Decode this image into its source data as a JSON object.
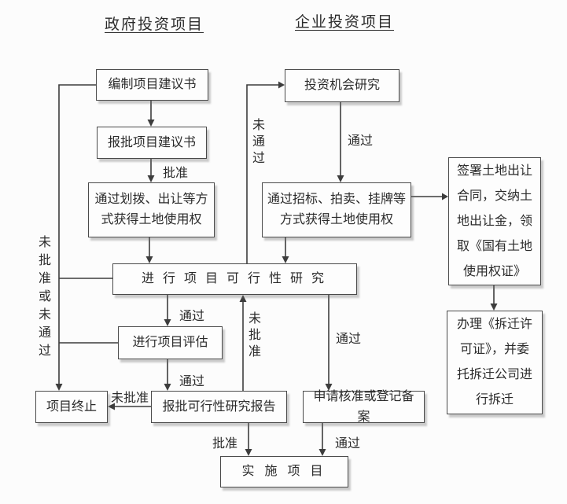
{
  "diagram": {
    "title_left": "政府投资项目",
    "title_right": "企业投资项目",
    "boxes": {
      "compile_proposal": "编制项目建议书",
      "submit_proposal": "报批项目建议书",
      "land_allocation": "通过划拨、出让等方式获得土地使用权",
      "feasibility_study": "进行项目可行性研究",
      "project_evaluation": "进行项目评估",
      "project_termination": "项目终止",
      "submit_feasibility_report": "报批可行性研究报告",
      "apply_approval": "申请核准或登记备案",
      "implement_project": "实施项目",
      "investment_research": "投资机会研究",
      "land_bidding": "通过招标、拍卖、挂牌等方式获得土地使用权",
      "sign_land_contract": "签署土地出让合同，交纳土地出让金，领取《国有土地使用权证》",
      "demolition_permit": "办理《拆迁许可证》，并委托拆迁公司进行拆迁"
    },
    "edge_labels": {
      "approved_top": "批准",
      "pass_to_evaluation": "通过",
      "pass_to_report": "通过",
      "approved_to_implement": "批准",
      "not_approved_to_termination": "未批准",
      "not_approved_feedback": "未批准",
      "pass_to_apply": "通过",
      "pass_to_implement": "通过",
      "pass_to_bidding": "通过",
      "not_pass_feedback": "未通过",
      "not_approved_or_not_pass": "未批准或未通过"
    }
  }
}
